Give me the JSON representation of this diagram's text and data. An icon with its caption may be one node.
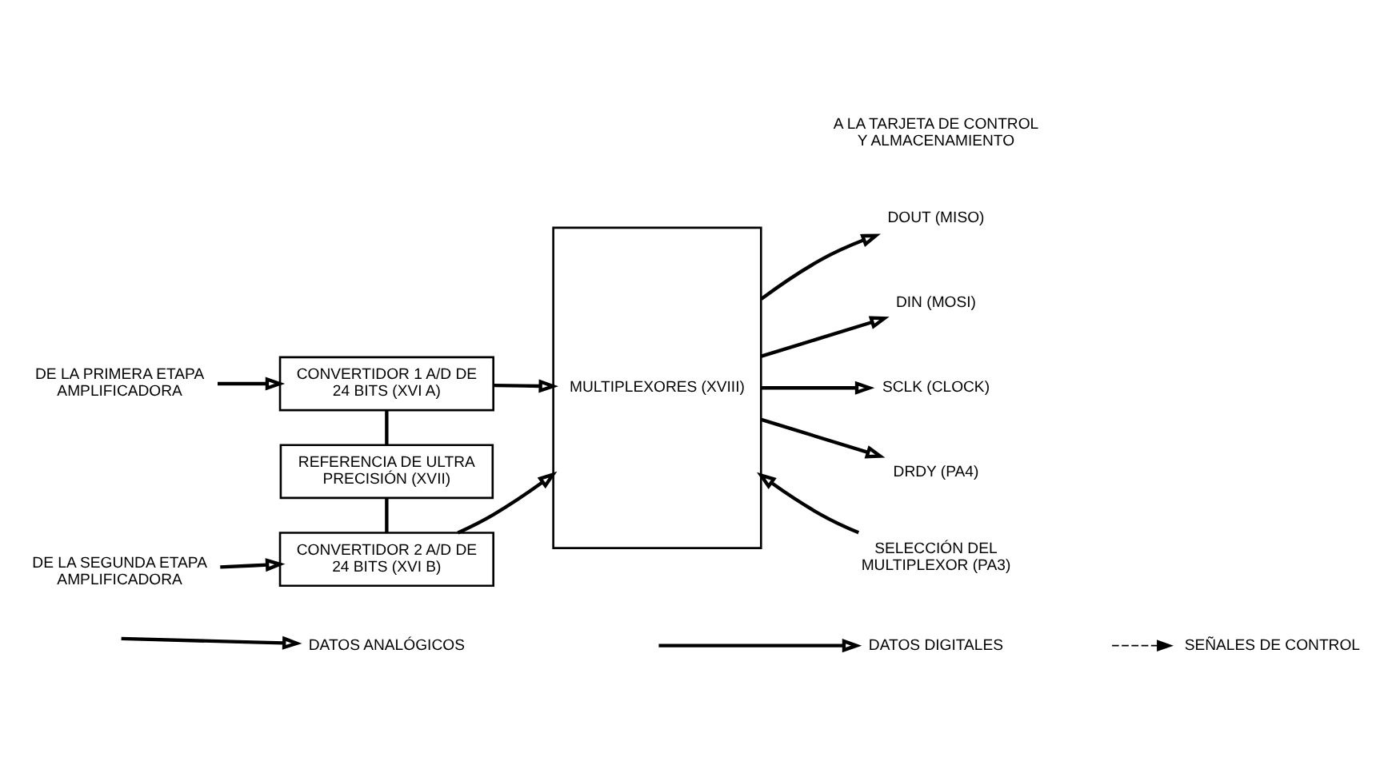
{
  "diagram": {
    "nodes": [
      {
        "text": [
          "DE LA PRIMERA ETAPA AMPLIFICADORA"
        ]
      },
      {
        "text": [
          "CONVERTIDOR 1 A/D DE 24 BITS (XVI A)"
        ]
      },
      {
        "text": [
          "REFERENCIA DE ULTRA PRECISIÓN (XVII)"
        ]
      },
      {
        "text": [
          "DE LA SEGUNDA ETAPA AMPLIFICADORA"
        ]
      },
      {
        "text": [
          "CONVERTIDOR 2 A/D DE 24 BITS (XVI B)"
        ]
      },
      {
        "text": [
          "MULTIPLEXORES (XVIII)"
        ]
      },
      {
        "text": [
          "DOUT (MISO)"
        ]
      },
      {
        "text": [
          "DIN (MOSI)"
        ]
      },
      {
        "text": [
          "SCLK (CLOCK)"
        ]
      },
      {
        "text": [
          "DRDY (PA4)"
        ]
      },
      {
        "text": [
          "SELECCIÓN DEL MULTIPLEXOR (PA3)"
        ]
      }
    ],
    "edges": [
      {
        "from": 0,
        "to": 1,
        "arrow": "to"
      },
      {
        "from": 3,
        "to": 4,
        "arrow": "to"
      },
      {
        "from": 1,
        "to": 2,
        "arrow": "none"
      },
      {
        "from": 2,
        "to": 4,
        "arrow": "none"
      },
      {
        "from": 1,
        "to": 5,
        "arrow": "to"
      },
      {
        "from": 4,
        "to": 5,
        "arrow": "to"
      },
      {
        "from": 5,
        "to": 6,
        "arrow": "to"
      },
      {
        "from": 5,
        "to": 7,
        "arrow": "to"
      },
      {
        "from": 5,
        "to": 8,
        "arrow": "to"
      },
      {
        "from": 5,
        "to": 9,
        "arrow": "to"
      },
      {
        "from": 10,
        "to": 5,
        "arrow": "to"
      }
    ],
    "labels": [
      "A LA TARJETA DE CONTROL Y ALMACENAMIENTO"
    ],
    "legend": [
      {
        "text": "DATOS ANALÓGICOS"
      },
      {
        "text": "DATOS DIGITALES"
      },
      {
        "text": "SEÑALES DE CONTROL"
      }
    ]
  }
}
